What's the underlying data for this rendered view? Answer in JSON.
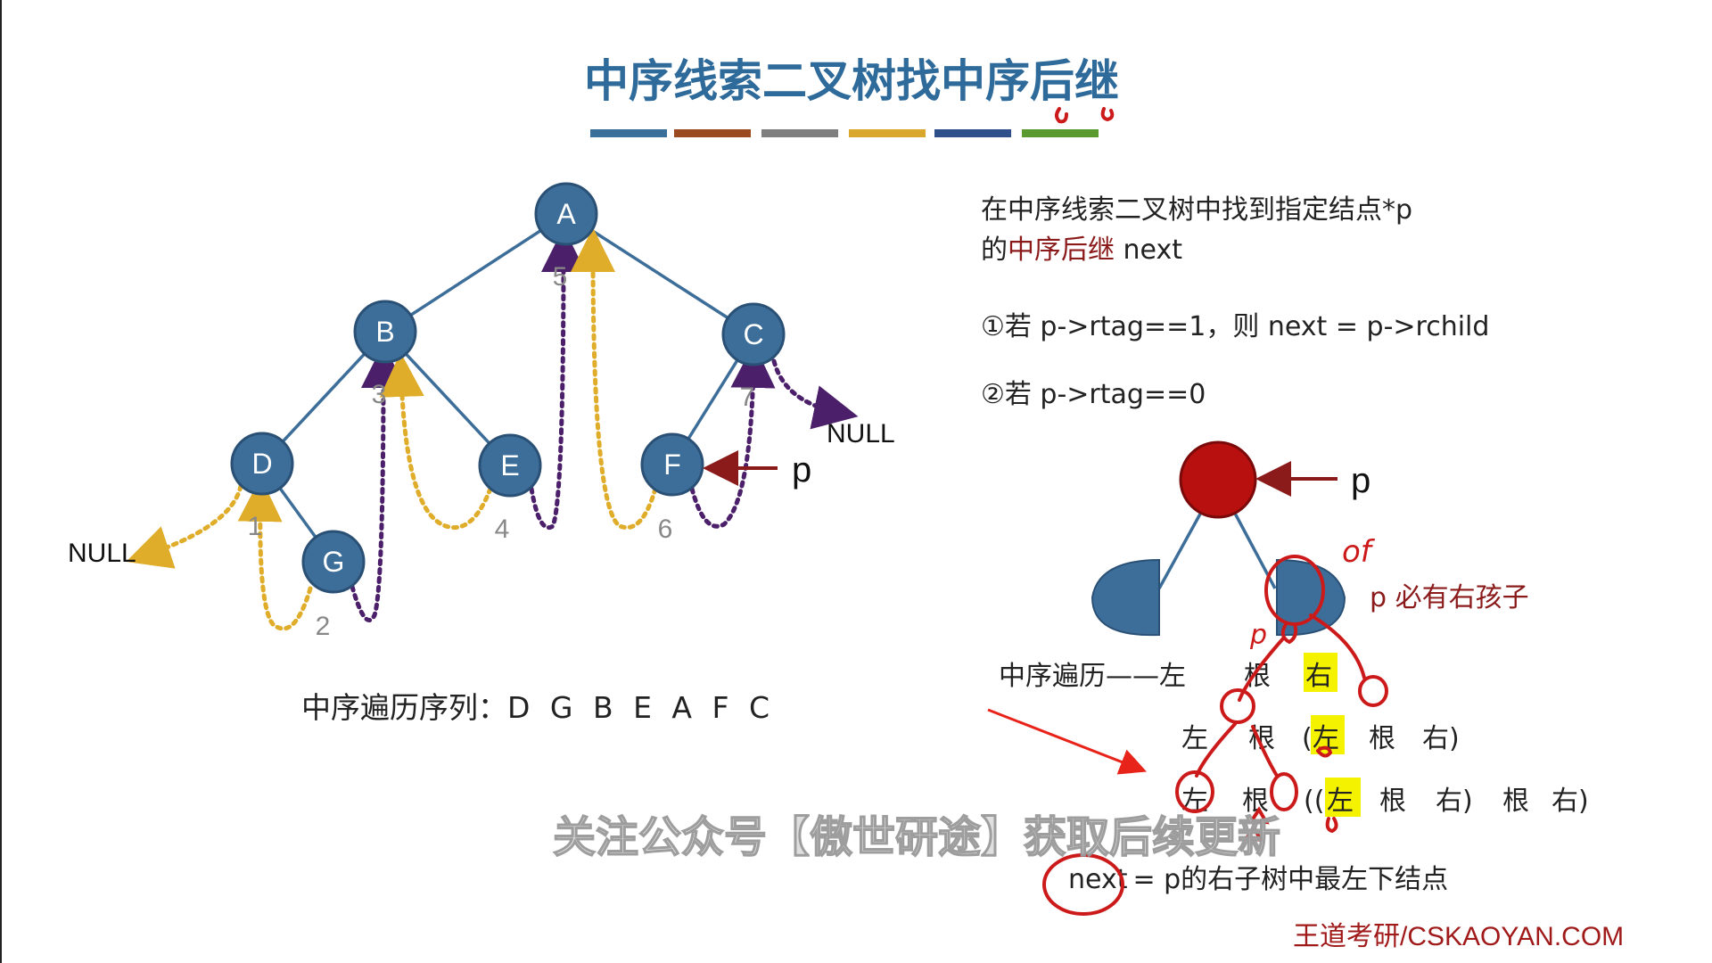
{
  "title": "中序线索二叉树找中序后继",
  "title_bar_colors": [
    "#3a6f9a",
    "#9a4a1e",
    "#7f7f7f",
    "#d9a72b",
    "#2e4f8a",
    "#5a9a2e"
  ],
  "tree": {
    "nodes": [
      "A",
      "B",
      "C",
      "D",
      "E",
      "F",
      "G"
    ],
    "order_numbers": [
      "1",
      "2",
      "3",
      "4",
      "5",
      "6",
      "7"
    ],
    "null_left": "NULL",
    "null_right": "NULL",
    "pointer_label": "p"
  },
  "inorder_label": "中序遍历序列：",
  "inorder_sequence": "D G B E A F C",
  "right_panel": {
    "intro_line1": "在中序线索二叉树中找到指定结点*p",
    "intro_line2_prefix": "的",
    "intro_line2_red": "中序后继",
    "intro_line2_suffix": " next",
    "case1": "①若 p->rtag==1，则 next = p->rchild",
    "case2": "②若 p->rtag==0",
    "pointer_label": "p",
    "has_right_child": "p 必有右孩子",
    "inorder_rule_prefix": "中序遍历——左",
    "gen": "根",
    "you": "右",
    "zuo": "左",
    "line2_open": "(",
    "line2_close": "右)",
    "line3_open": "((",
    "line3_mid": "右)",
    "conclusion_next": "next",
    "conclusion_rest": "= p的右子树中最左下结点"
  },
  "handwriting": {
    "ink_label": "of",
    "p_mark": "p"
  },
  "watermark": "关注公众号【傲世研途】获取后续更新",
  "brand": "王道考研/CSKAOYAN.COM"
}
